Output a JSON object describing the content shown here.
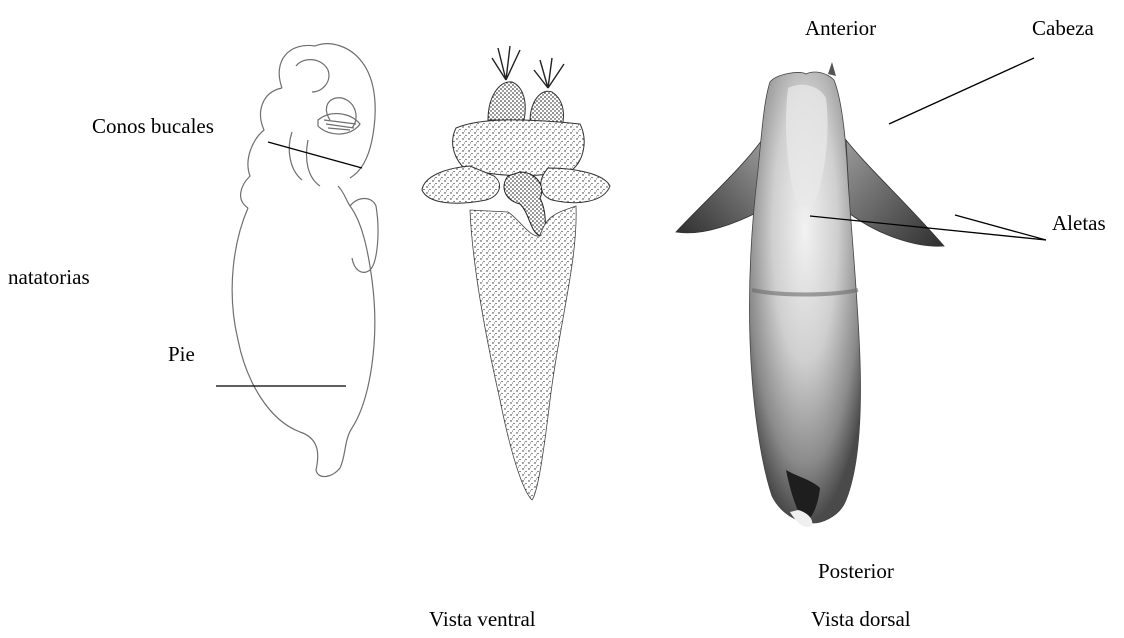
{
  "labels": {
    "conos_bucales": "Conos bucales",
    "natatorias": "natatorias",
    "pie": "Pie",
    "anterior": "Anterior",
    "cabeza": "Cabeza",
    "aletas": "Aletas",
    "posterior": "Posterior",
    "vista_ventral": "Vista ventral",
    "vista_dorsal": "Vista dorsal"
  },
  "colors": {
    "ink": "#000000",
    "outline": "#6f6f6f",
    "photo_light": "#d8d8d8",
    "photo_dark": "#3a3a3a"
  }
}
